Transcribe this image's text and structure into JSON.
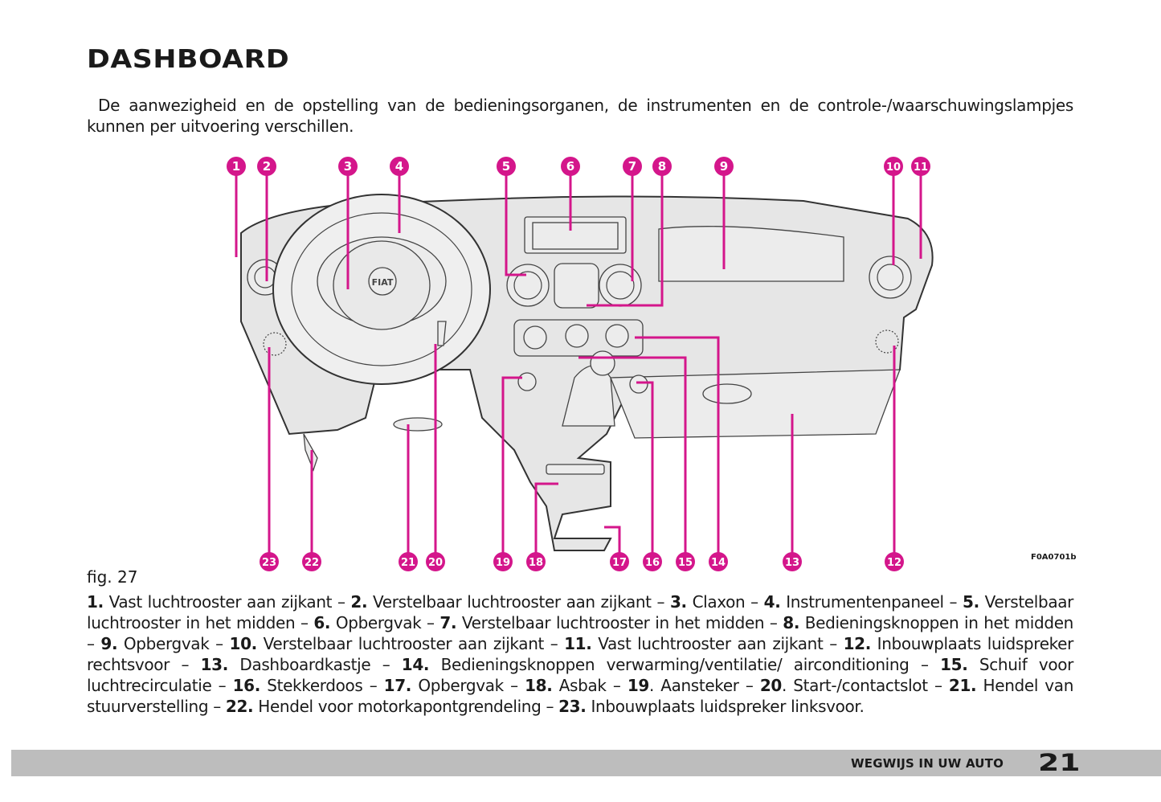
{
  "page": {
    "title": "DASHBOARD",
    "intro": "De aanwezigheid en de opstelling van de bedieningsorganen, de instrumenten en de controle-/waarschuwingslampjes kunnen per uitvoering verschillen."
  },
  "figure": {
    "label": "fig. 27",
    "code": "F0A0701b",
    "logo_text": "FIAT",
    "callout_color": "#d4168b",
    "callouts_top": [
      "1",
      "2",
      "3",
      "4",
      "5",
      "6",
      "7",
      "8",
      "9",
      "10",
      "11"
    ],
    "callouts_bottom": [
      "23",
      "22",
      "21",
      "20",
      "19",
      "18",
      "17",
      "16",
      "15",
      "14",
      "13",
      "12"
    ]
  },
  "legend": [
    {
      "num": "1.",
      "text": " Vast luchtrooster aan zijkant – "
    },
    {
      "num": "2.",
      "text": " Verstelbaar luchtrooster aan zijkant – "
    },
    {
      "num": "3.",
      "text": " Claxon – "
    },
    {
      "num": "4.",
      "text": " Instrumentenpaneel – "
    },
    {
      "num": "5.",
      "text": " Verstelbaar luchtrooster in het midden – "
    },
    {
      "num": "6.",
      "text": " Opbergvak – "
    },
    {
      "num": "7.",
      "text": " Verstelbaar luchtrooster in het midden – "
    },
    {
      "num": "8.",
      "text": " Bedieningsknoppen in het midden – "
    },
    {
      "num": "9.",
      "text": " Opbergvak – "
    },
    {
      "num": "10.",
      "text": " Verstelbaar luchtrooster aan zijkant – "
    },
    {
      "num": "11.",
      "text": " Vast luchtrooster aan zijkant – "
    },
    {
      "num": "12.",
      "text": " Inbouwplaats luidspreker rechtsvoor – "
    },
    {
      "num": "13.",
      "text": " Dashboardkastje – "
    },
    {
      "num": "14.",
      "text": " Bedieningsknoppen verwarming/ventilatie/ airconditioning – "
    },
    {
      "num": "15.",
      "text": " Schuif voor luchtrecirculatie – "
    },
    {
      "num": "16.",
      "text": " Stekkerdoos – "
    },
    {
      "num": "17.",
      "text": " Opbergvak – "
    },
    {
      "num": "18.",
      "text": " Asbak – "
    },
    {
      "num": "19",
      "text": ". Aansteker – "
    },
    {
      "num": "20",
      "text": ". Start-/contactslot – "
    },
    {
      "num": "21.",
      "text": " Hendel van stuurverstelling – "
    },
    {
      "num": "22.",
      "text": " Hendel voor motorkapontgrendeling – "
    },
    {
      "num": "23.",
      "text": " Inbouwplaats luidspreker linksvoor."
    }
  ],
  "footer": {
    "section": "WEGWIJS IN UW AUTO",
    "page_number": "21"
  }
}
